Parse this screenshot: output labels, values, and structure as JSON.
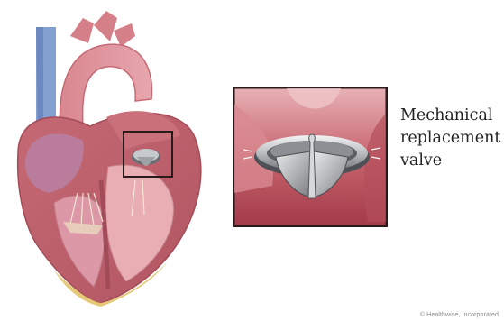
{
  "caption": {
    "line1": "Mechanical",
    "line2": "replacement",
    "line3": "valve"
  },
  "credit": "© Healthwise, Incorporated",
  "icons": {
    "heart": "heart-cross-section-illustration",
    "valve": "mechanical-bileaflet-valve-illustration"
  },
  "colors": {
    "heart_wall": "#c9707a",
    "chamber": "#e9aeb3",
    "vein_blue": "#6f8fc8",
    "inset_border": "#2b1a1c",
    "valve_metal": "#b9bcbf"
  }
}
